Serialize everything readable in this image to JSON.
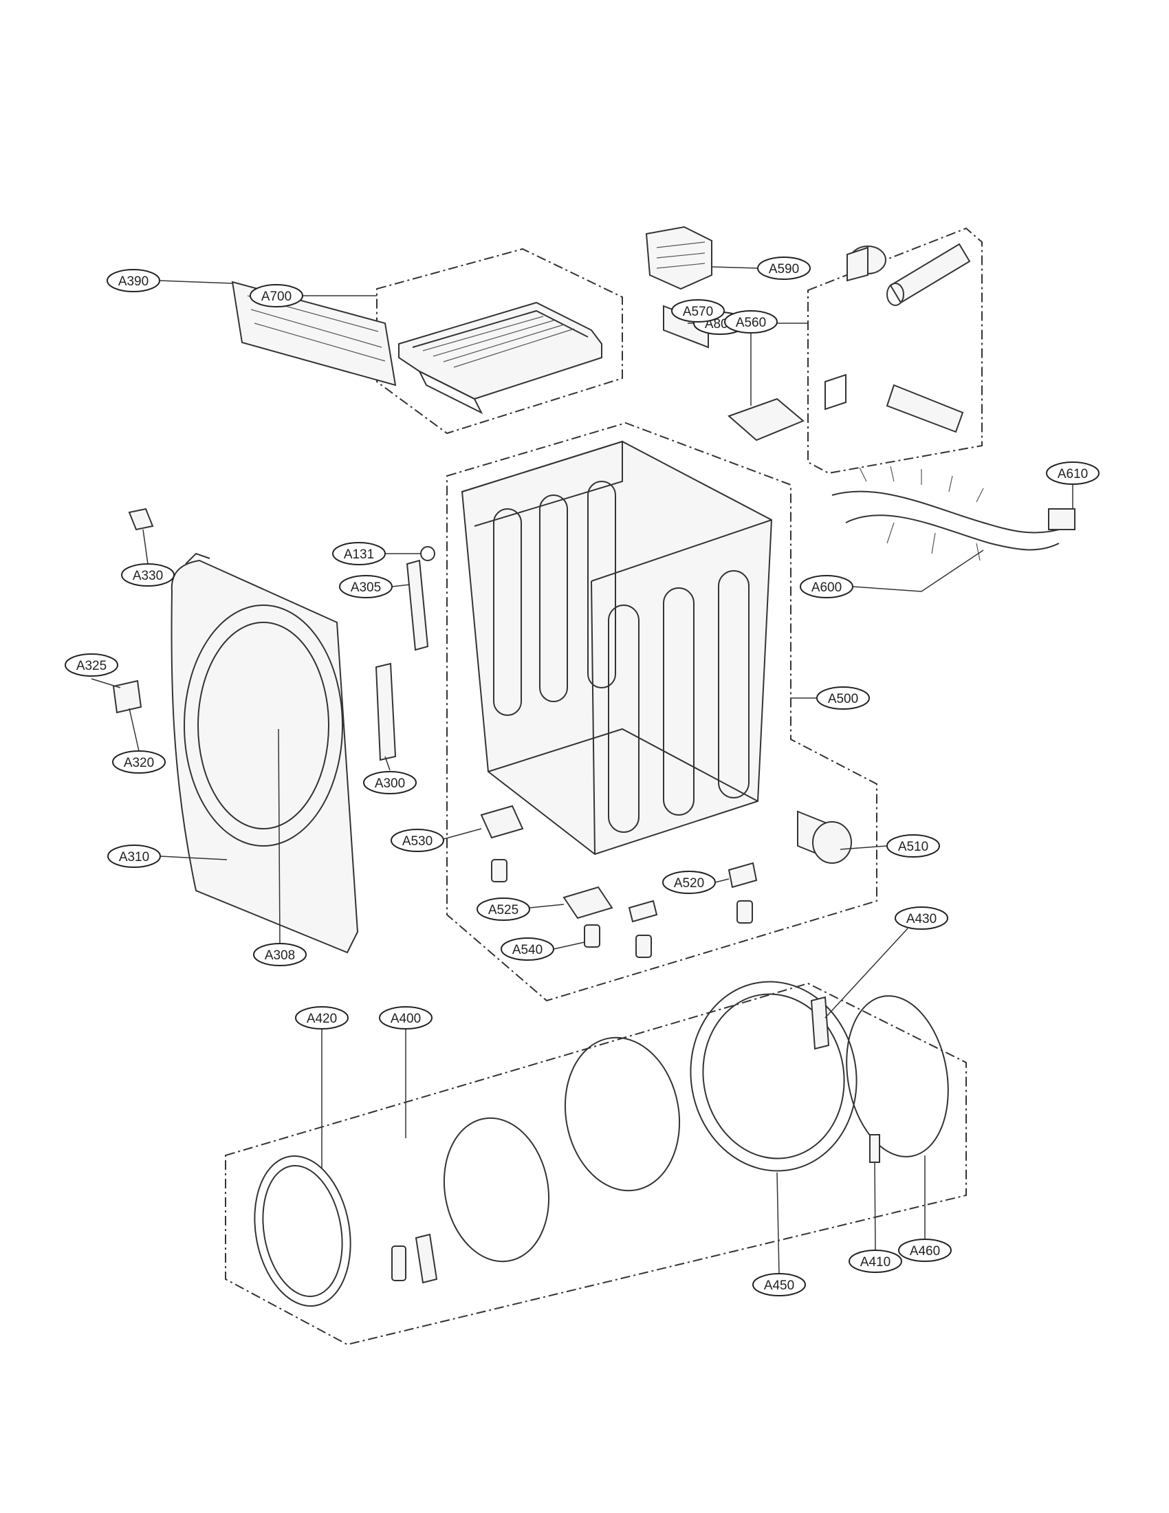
{
  "labels": {
    "A700": "A700",
    "A590": "A590",
    "A800": "A800",
    "A390": "A390",
    "A570": "A570",
    "A560": "A560",
    "A610": "A610",
    "A330": "A330",
    "A131": "A131",
    "A305": "A305",
    "A600": "A600",
    "A325": "A325",
    "A320": "A320",
    "A300": "A300",
    "A500": "A500",
    "A530": "A530",
    "A310": "A310",
    "A510": "A510",
    "A520": "A520",
    "A525": "A525",
    "A540": "A540",
    "A308": "A308",
    "A430": "A430",
    "A420": "A420",
    "A400": "A400",
    "A410": "A410",
    "A460": "A460",
    "A450": "A450"
  }
}
